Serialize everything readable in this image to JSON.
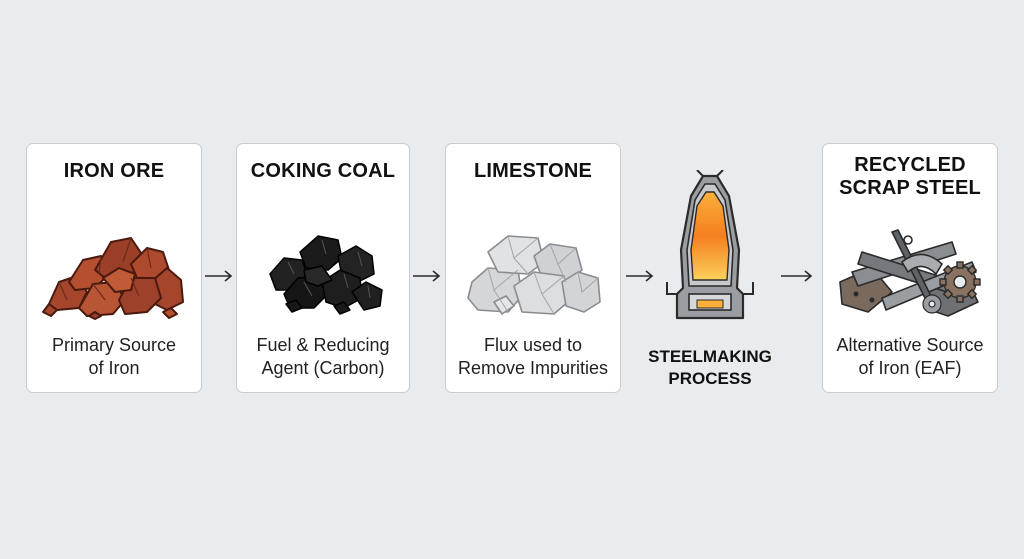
{
  "stages": [
    {
      "title": "IRON ORE",
      "description": "Primary Source\nof Iron",
      "icon": "iron-ore-rocks-icon"
    },
    {
      "title": "COKING COAL",
      "description": "Fuel & Reducing\nAgent (Carbon)",
      "icon": "coal-lumps-icon"
    },
    {
      "title": "LIMESTONE",
      "description": "Flux used to\nRemove Impurities",
      "icon": "limestone-blocks-icon"
    }
  ],
  "process": {
    "label": "STEELMAKING\nPROCESS",
    "icon": "furnace-icon"
  },
  "scrap": {
    "title": "RECYCLED\nSCRAP STEEL",
    "description": "Alternative Source\nof Iron (EAF)",
    "icon": "scrap-metal-icon"
  },
  "colors": {
    "background": "#e9ecee",
    "card": "#ffffff",
    "card_border": "#c9cdd1",
    "iron_ore": "#a4452c",
    "coal": "#1b1b1b",
    "limestone": "#d6d8da",
    "molten": "#f57f1f",
    "scrap": "#6b6e72"
  }
}
